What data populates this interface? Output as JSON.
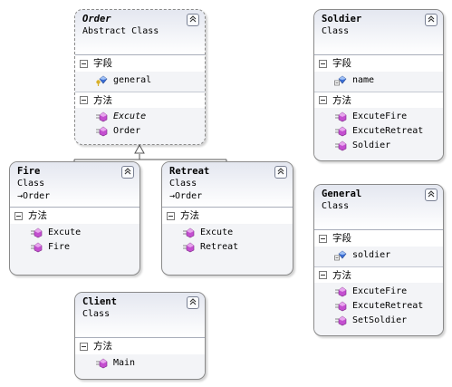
{
  "classes": {
    "order": {
      "name": "Order",
      "stereotype": "Abstract Class",
      "sections": [
        {
          "title": "字段",
          "items": [
            {
              "name": "general",
              "icon": "field-key-icon"
            }
          ]
        },
        {
          "title": "方法",
          "items": [
            {
              "name": "Excute",
              "icon": "method-icon",
              "italic": true
            },
            {
              "name": "Order",
              "icon": "method-icon"
            }
          ]
        }
      ]
    },
    "fire": {
      "name": "Fire",
      "stereotype": "Class",
      "parent": "Order",
      "sections": [
        {
          "title": "方法",
          "items": [
            {
              "name": "Excute",
              "icon": "method-override-icon"
            },
            {
              "name": "Fire",
              "icon": "method-icon"
            }
          ]
        }
      ]
    },
    "retreat": {
      "name": "Retreat",
      "stereotype": "Class",
      "parent": "Order",
      "sections": [
        {
          "title": "方法",
          "items": [
            {
              "name": "Excute",
              "icon": "method-override-icon"
            },
            {
              "name": "Retreat",
              "icon": "method-icon"
            }
          ]
        }
      ]
    },
    "client": {
      "name": "Client",
      "stereotype": "Class",
      "sections": [
        {
          "title": "方法",
          "items": [
            {
              "name": "Main",
              "icon": "method-icon"
            }
          ]
        }
      ]
    },
    "soldier": {
      "name": "Soldier",
      "stereotype": "Class",
      "sections": [
        {
          "title": "字段",
          "items": [
            {
              "name": "name",
              "icon": "field-icon"
            }
          ]
        },
        {
          "title": "方法",
          "items": [
            {
              "name": "ExcuteFire",
              "icon": "method-icon"
            },
            {
              "name": "ExcuteRetreat",
              "icon": "method-icon"
            },
            {
              "name": "Soldier",
              "icon": "method-icon"
            }
          ]
        }
      ]
    },
    "general": {
      "name": "General",
      "stereotype": "Class",
      "sections": [
        {
          "title": "字段",
          "items": [
            {
              "name": "soldier",
              "icon": "field-icon"
            }
          ]
        },
        {
          "title": "方法",
          "items": [
            {
              "name": "ExcuteFire",
              "icon": "method-icon"
            },
            {
              "name": "ExcuteRetreat",
              "icon": "method-icon"
            },
            {
              "name": "SetSoldier",
              "icon": "method-icon"
            }
          ]
        }
      ]
    }
  },
  "colors": {
    "method": "#c44fd0",
    "field": "#3b6fd6",
    "key": "#d8b02a"
  }
}
